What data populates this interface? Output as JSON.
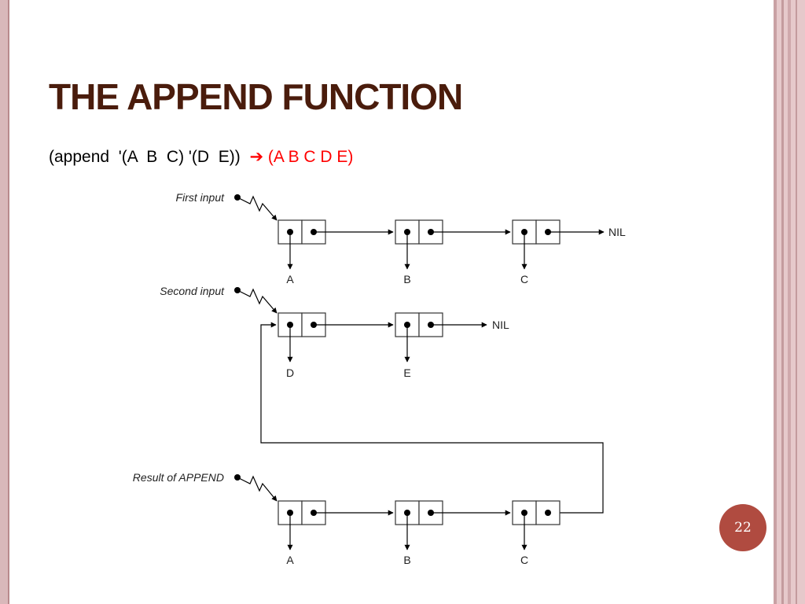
{
  "slide": {
    "title": "THE APPEND FUNCTION",
    "expression": "(append  '(A  B  C) '(D  E))",
    "arrow": "➔",
    "result": "(A B C D E)",
    "page_number": "22"
  },
  "diagram": {
    "first_input_label": "First input",
    "second_input_label": "Second input",
    "result_label": "Result of APPEND",
    "nil_label": "NIL",
    "first_list": [
      "A",
      "B",
      "C"
    ],
    "second_list": [
      "D",
      "E"
    ],
    "result_list": [
      "A",
      "B",
      "C"
    ]
  },
  "colors": {
    "title": "#4a1c0c",
    "accent_red": "#ff0000",
    "badge": "#b04b40",
    "frame": "#d9b8ba"
  }
}
